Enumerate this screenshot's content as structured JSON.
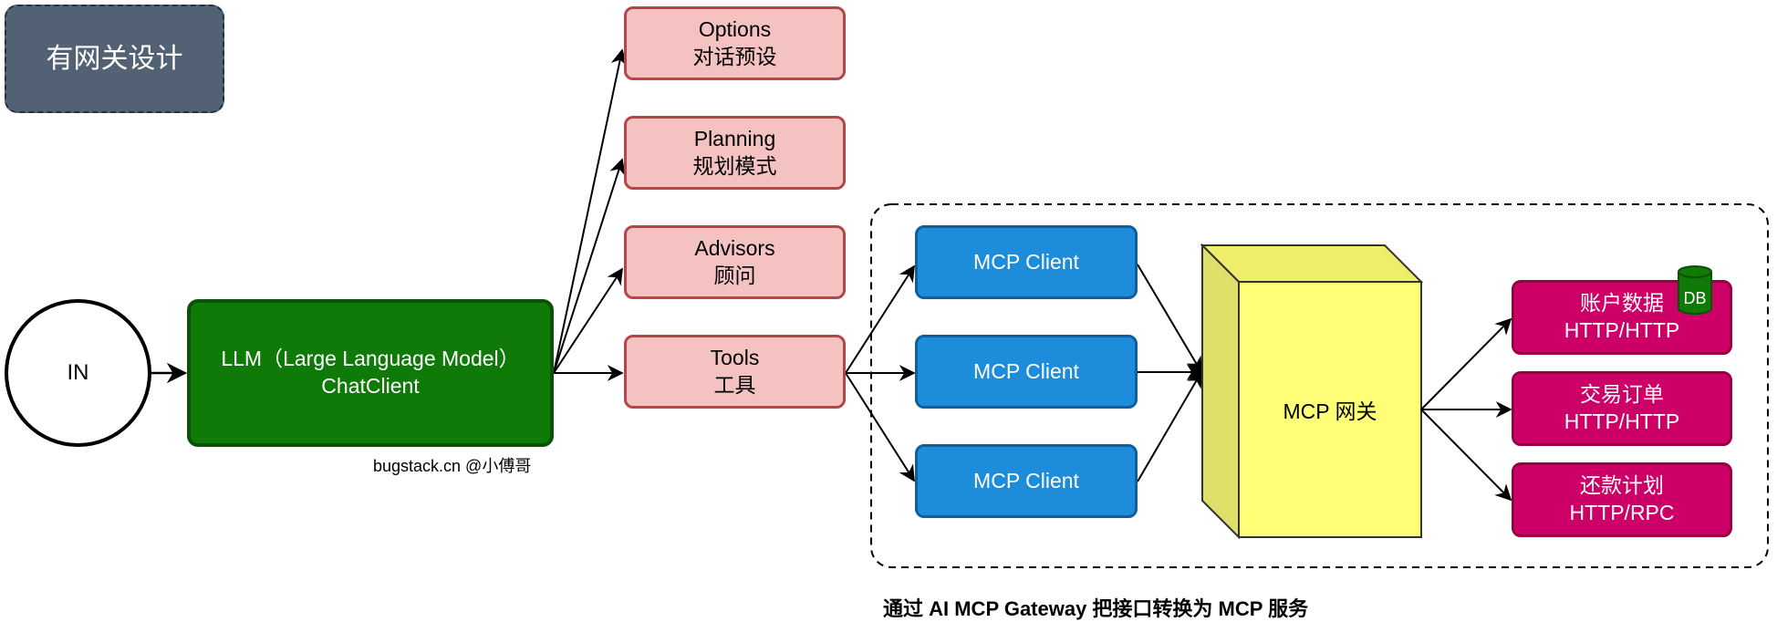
{
  "title": "有网关设计",
  "input": {
    "label": "IN"
  },
  "llm": {
    "line1": "LLM（Large Language Model）",
    "line2": "ChatClient"
  },
  "author": "bugstack.cn @小傅哥",
  "options": [
    {
      "line1": "Options",
      "line2": "对话预设"
    },
    {
      "line1": "Planning",
      "line2": "规划模式"
    },
    {
      "line1": "Advisors",
      "line2": "顾问"
    },
    {
      "line1": "Tools",
      "line2": "工具"
    }
  ],
  "mcp_clients": [
    {
      "label": "MCP Client"
    },
    {
      "label": "MCP Client"
    },
    {
      "label": "MCP Client"
    }
  ],
  "gateway": {
    "label": "MCP 网关"
  },
  "services": [
    {
      "line1": "账户数据",
      "line2": "HTTP/HTTP",
      "badge": "DB"
    },
    {
      "line1": "交易订单",
      "line2": "HTTP/HTTP"
    },
    {
      "line1": "还款计划",
      "line2": "HTTP/RPC"
    }
  ],
  "caption": "通过 AI MCP Gateway 把接口转换为 MCP 服务",
  "colors": {
    "title_fill": "#526173",
    "llm_fill": "#107a09",
    "option_fill": "#f5c2c2",
    "option_stroke": "#b34747",
    "client_fill": "#1c8cdb",
    "gateway_fill": "#ffff77",
    "service_fill": "#cc0066",
    "db_fill": "#107a09"
  }
}
